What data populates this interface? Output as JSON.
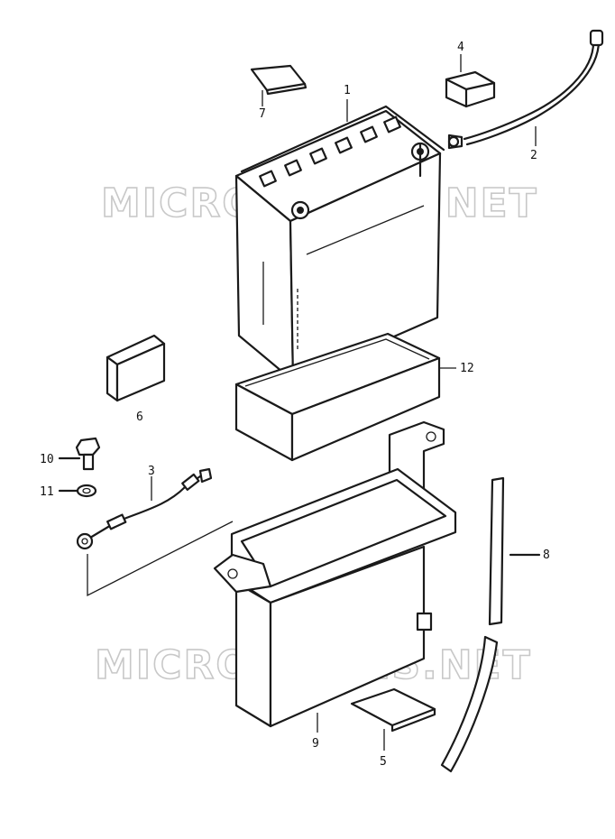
{
  "watermarks": [
    "MICROFICHES.NET",
    "MICROFICHES.NET"
  ],
  "callouts": {
    "part_1": "1",
    "part_2": "2",
    "part_3": "3",
    "part_4": "4",
    "part_5": "5",
    "part_6": "6",
    "part_7": "7",
    "part_8": "8",
    "part_9": "9",
    "part_10": "10",
    "part_11": "11",
    "part_12": "12"
  }
}
